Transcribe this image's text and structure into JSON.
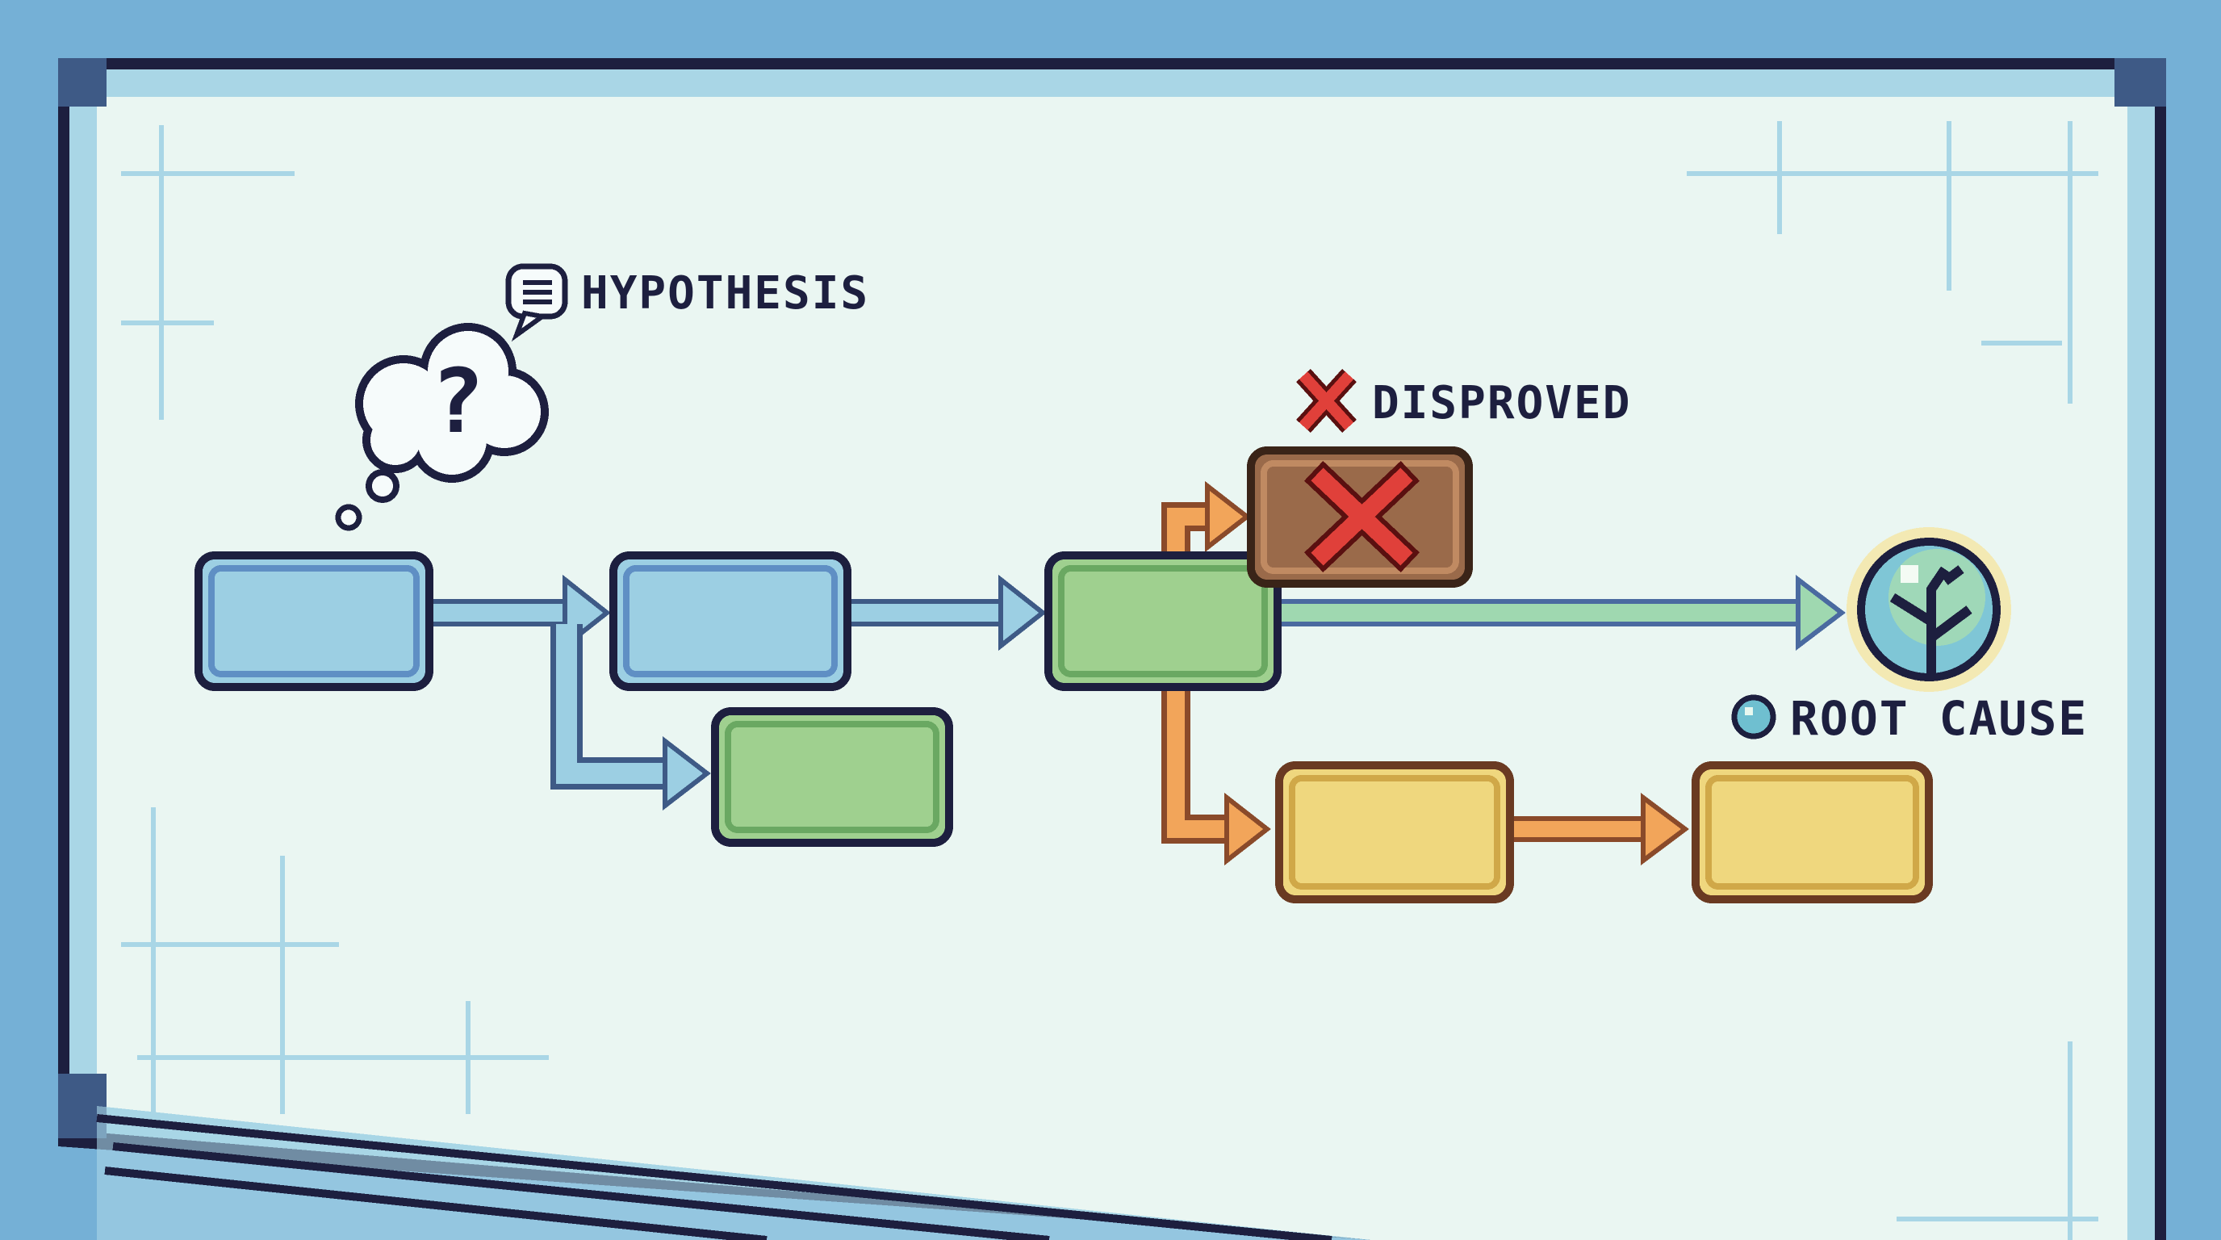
{
  "labels": {
    "hypothesis": "HYPOTHESIS",
    "disproved": "DISPROVED",
    "root_cause": "ROOT CAUSE",
    "question_mark": "?"
  },
  "colors": {
    "background": "#75b0d6",
    "board": "#eaf6f2",
    "outline": "#1d1f3f",
    "blue_node": "#9ccfe3",
    "green_node": "#9fd08f",
    "brown_node": "#9a6a4a",
    "yellow_node": "#efd77e",
    "orange_arrow": "#f2a55a",
    "red_x": "#e0403a"
  }
}
